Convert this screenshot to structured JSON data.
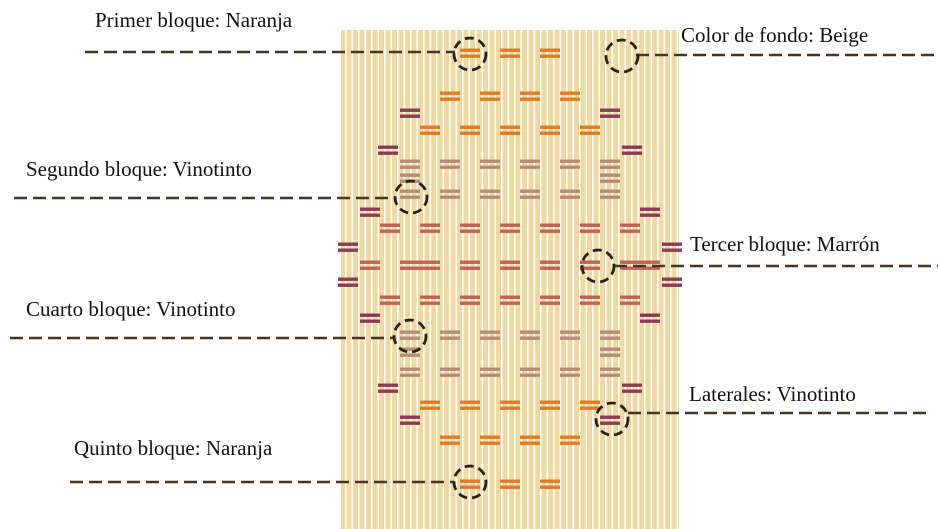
{
  "colors": {
    "background": "#ffffff",
    "fondo_beige": "#efd9a3",
    "fondo_stripe": "#ffffff",
    "naranja": "#e37b25",
    "vinotinto": "#8d3b55",
    "marron_claro": "#b88b78",
    "marron": "#c4605a",
    "leader": "#4a3320"
  },
  "labels": {
    "primer": "Primer bloque: Naranja",
    "fondo": "Color de fondo: Beige",
    "segundo": "Segundo bloque: Vinotinto",
    "tercer": "Tercer bloque: Marrón",
    "cuarto": "Cuarto bloque: Vinotinto",
    "laterales": "Laterales: Vinotinto",
    "quinto": "Quinto bloque: Naranja"
  }
}
